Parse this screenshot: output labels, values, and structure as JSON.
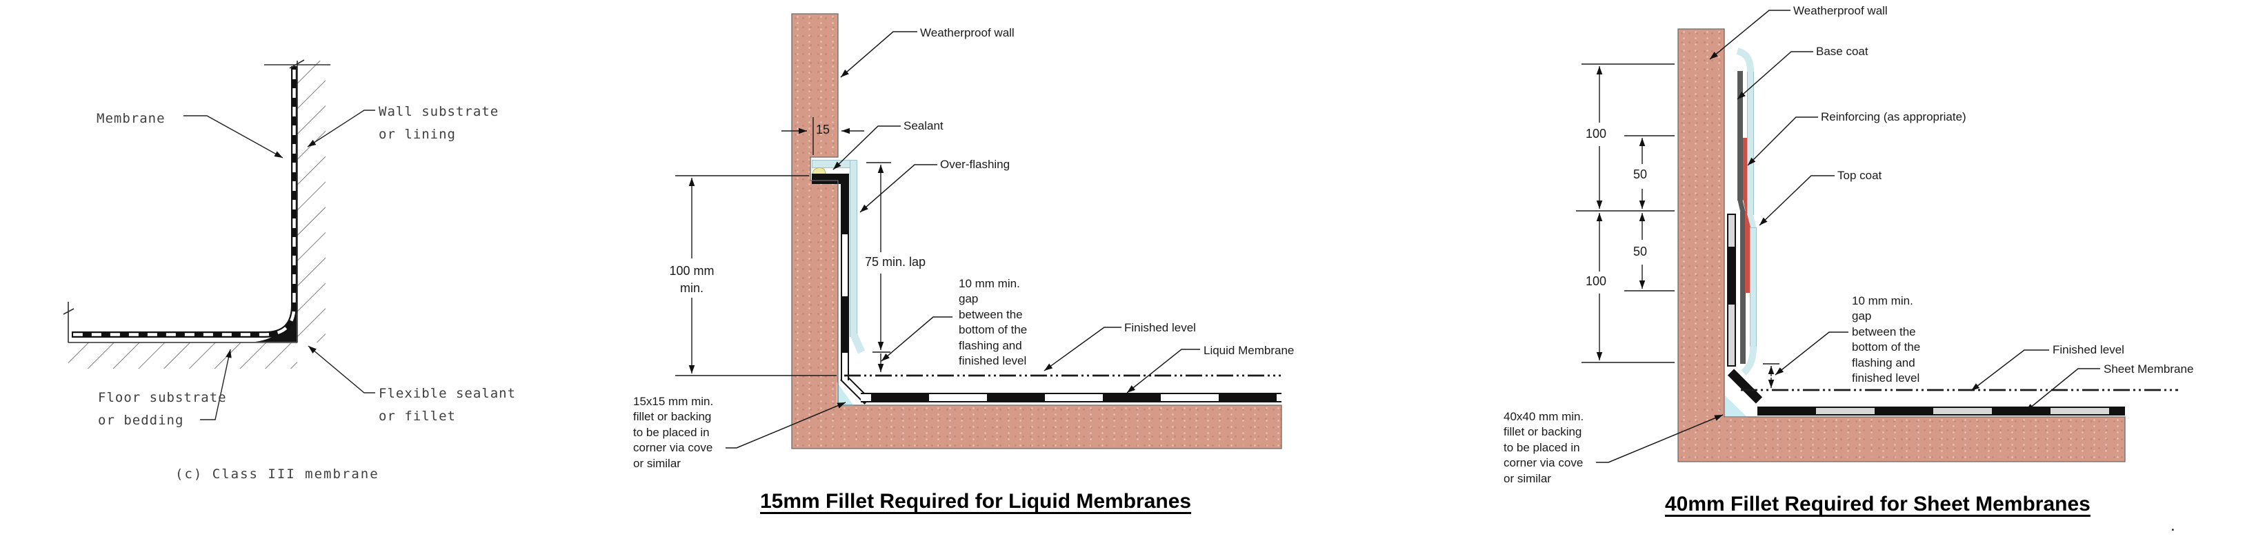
{
  "colors": {
    "wall_pink": "#d69a89",
    "flashing_blue": "#cfe9ec",
    "sealant_yellow": "#ece9a0",
    "reinforcing_red": "#c94f47",
    "base_coat_gray": "#5a5a5a",
    "sheet_gray": "#d8d8d8",
    "line_black": "#1a1a1a"
  },
  "class3_detail": {
    "label_membrane": "Membrane",
    "label_wall_substrate_1": "Wall substrate",
    "label_wall_substrate_2": "or  lining",
    "label_floor_substrate_1": "Floor substrate",
    "label_floor_substrate_2": "or  bedding",
    "label_flexible_1": "Flexible  sealant",
    "label_flexible_2": "or  fillet",
    "caption": "(c)  Class  III  membrane"
  },
  "liquid_detail": {
    "label_weatherproof_wall": "Weatherproof wall",
    "label_sealant": "Sealant",
    "label_over_flashing": "Over-flashing",
    "dim_15": "15",
    "dim_100_line1": "100 mm",
    "dim_100_line2": "min.",
    "dim_75_lap": "75 min. lap",
    "gap_note": [
      "10 mm min.",
      "gap",
      "between the",
      "bottom of the",
      "flashing and",
      "finished level"
    ],
    "label_finished_level": "Finished level",
    "label_membrane": "Liquid Membrane",
    "fillet_note": [
      "15x15 mm min.",
      "fillet or backing",
      "to be placed in",
      "corner via cove",
      "or similar"
    ],
    "caption": "15mm Fillet Required for Liquid Membranes"
  },
  "sheet_detail": {
    "label_weatherproof_wall": "Weatherproof wall",
    "label_base_coat": "Base coat",
    "label_reinforcing": "Reinforcing (as appropriate)",
    "label_top_coat": "Top coat",
    "dim_100_top": "100",
    "dim_50_top": "50",
    "dim_50_bottom": "50",
    "dim_100_bottom": "100",
    "gap_note": [
      "10 mm min.",
      "gap",
      "between the",
      "bottom of the",
      "flashing and",
      "finished level"
    ],
    "label_finished_level": "Finished level",
    "label_membrane": "Sheet Membrane",
    "fillet_note": [
      "40x40 mm min.",
      "fillet or backing",
      "to be placed in",
      "corner via cove",
      "or similar"
    ],
    "caption": "40mm Fillet Required for Sheet Membranes",
    "stray_dot": "."
  }
}
